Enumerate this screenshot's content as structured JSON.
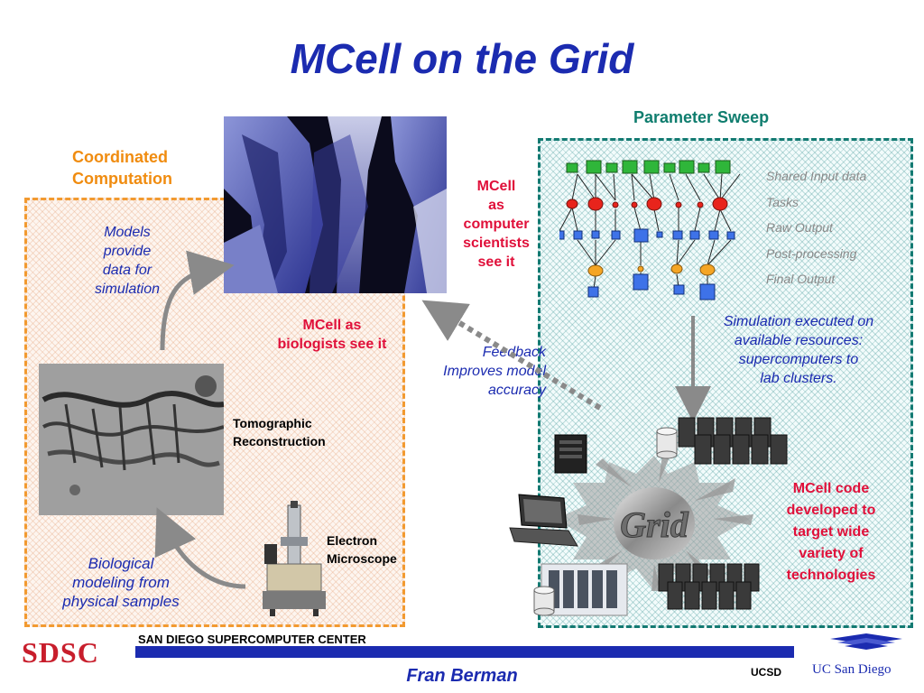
{
  "slide": {
    "title": "MCell on the Grid"
  },
  "left_panel": {
    "heading_line1": "Coordinated",
    "heading_line2": "Computation",
    "models_text": [
      "Models",
      "provide",
      "data for",
      "simulation"
    ],
    "biologists_text": [
      "MCell as",
      "biologists see it"
    ],
    "tomographic_text": [
      "Tomographic",
      "Reconstruction"
    ],
    "microscope_text": [
      "Electron",
      "Microscope"
    ],
    "bio_modeling_text": [
      "Biological",
      "modeling from",
      "physical samples"
    ]
  },
  "middle": {
    "computer_scientists_text": [
      "MCell",
      "as",
      "computer",
      "scientists",
      "see it"
    ],
    "feedback_text": [
      "Feedback",
      "Improves model",
      "accuracy"
    ]
  },
  "right_panel": {
    "heading": "Parameter Sweep",
    "legend": [
      "Shared Input data",
      "Tasks",
      "Raw Output",
      "Post-processing",
      "Final Output"
    ],
    "simulation_text": [
      "Simulation executed on",
      "available resources:",
      "supercomputers to",
      "lab clusters."
    ],
    "grid_label": "Grid",
    "mcell_code_text": [
      "MCell code",
      "developed to",
      "target wide",
      "variety of",
      "technologies"
    ]
  },
  "footer": {
    "org_logo": "SDSC",
    "org_name": "SAN DIEGO SUPERCOMPUTER CENTER",
    "author": "Fran Berman",
    "ucsd_label": "UCSD",
    "ucsd_logo": "UC San Diego"
  },
  "colors": {
    "title_blue": "#1b2bb0",
    "accent_red": "#e0103a",
    "orange": "#f29a30",
    "teal": "#137a72",
    "legend_gray": "#8a8a8a"
  }
}
